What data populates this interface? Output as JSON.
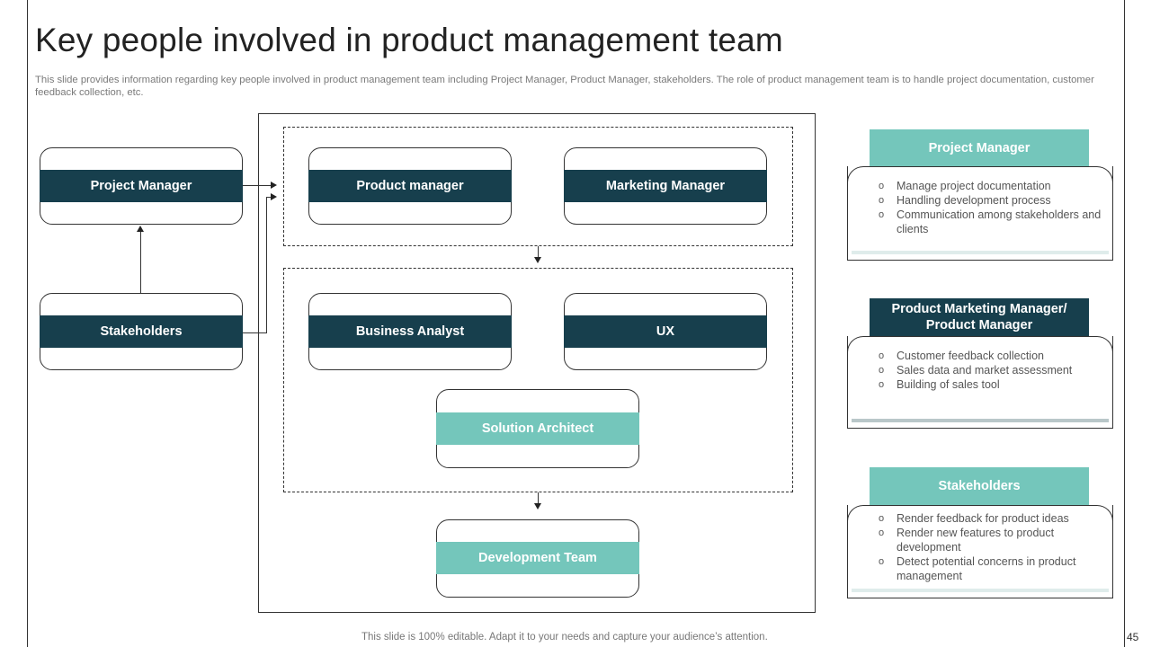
{
  "slide": {
    "title": "Key people involved in product management team",
    "subtitle": "This slide provides information regarding key people involved in product management team including Project Manager, Product Manager, stakeholders. The role of product management team is to handle project documentation, customer feedback collection, etc.",
    "footer": "This slide is 100% editable. Adapt it to your needs and capture your audience’s attention.",
    "page_number": "45"
  },
  "colors": {
    "dark_teal": "#173f4d",
    "light_teal": "#74c6bb",
    "bar_light": "#dfeceb",
    "bar_gray": "#b9c7c9"
  },
  "diagram": {
    "left_nodes": [
      {
        "label": "Project Manager",
        "style": "dark"
      },
      {
        "label": "Stakeholders",
        "style": "dark"
      }
    ],
    "top_group": [
      {
        "label": "Product manager",
        "style": "dark"
      },
      {
        "label": "Marketing Manager",
        "style": "dark"
      }
    ],
    "middle_group": [
      {
        "label": "Business Analyst",
        "style": "dark"
      },
      {
        "label": "UX",
        "style": "dark"
      },
      {
        "label": "Solution Architect",
        "style": "teal"
      }
    ],
    "bottom_node": {
      "label": "Development Team",
      "style": "teal"
    }
  },
  "cards": [
    {
      "title": "Project Manager",
      "style": "teal",
      "items": [
        "Manage project documentation",
        "Handling development process",
        "Communication among stakeholders and clients"
      ]
    },
    {
      "title": "Product Marketing Manager/ Product Manager",
      "style": "dark",
      "items": [
        "Customer feedback collection",
        "Sales data and market assessment",
        "Building of sales tool"
      ]
    },
    {
      "title": "Stakeholders",
      "style": "teal",
      "items": [
        "Render feedback for product ideas",
        "Render new features to product development",
        "Detect potential concerns in product management"
      ]
    }
  ]
}
